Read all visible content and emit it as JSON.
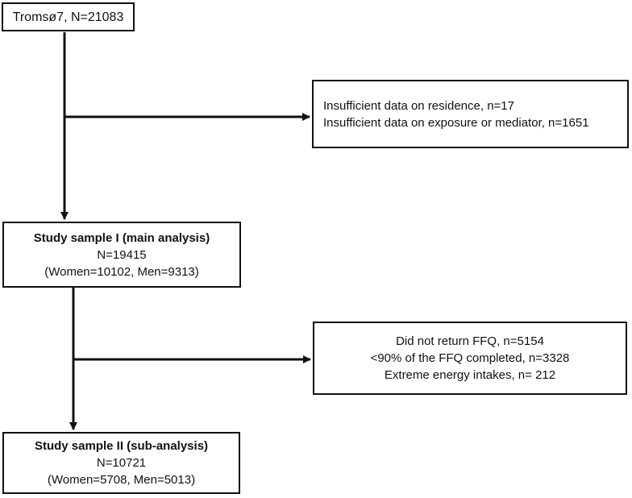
{
  "nodes": {
    "start": {
      "lines": [
        "Tromsø7, N=21083"
      ]
    },
    "exclusion_1": {
      "lines": [
        "Insufficient data on residence, n=17",
        "Insufficient data on exposure or mediator, n=1651"
      ]
    },
    "sample_1": {
      "title": "Study sample I (main analysis)",
      "lines": [
        "N=19415",
        "(Women=10102, Men=9313)"
      ]
    },
    "exclusion_2": {
      "lines": [
        "Did not return FFQ, n=5154",
        "<90% of the FFQ completed, n=3328",
        "Extreme energy intakes, n= 212"
      ]
    },
    "sample_2": {
      "title": "Study sample II (sub-analysis)",
      "lines": [
        "N=10721",
        "(Women=5708, Men=5013)"
      ]
    }
  }
}
